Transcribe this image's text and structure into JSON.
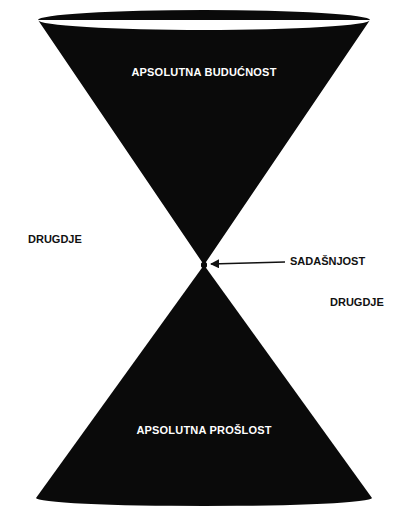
{
  "diagram": {
    "nodes": [
      {
        "text": [
          "APSOLUTNA BUDUĆNOST"
        ]
      },
      {
        "text": [
          "APSOLUTNA PROŠLOST"
        ]
      }
    ],
    "labels": [
      "DRUGDJE",
      "SADAŠNJOST",
      "DRUGDJE"
    ]
  }
}
